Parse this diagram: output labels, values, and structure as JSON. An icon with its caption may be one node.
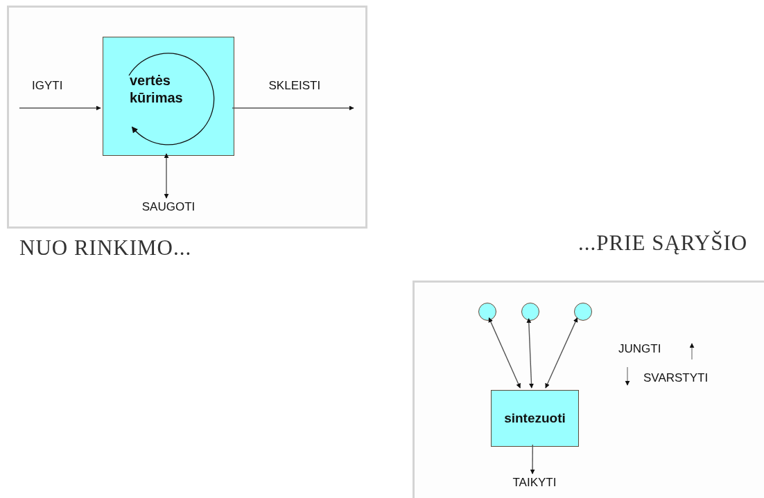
{
  "diagram": {
    "nodes": [
      {
        "text": [],
        "shape": "box"
      },
      {
        "text": [
          "vertės kūrimas"
        ],
        "in": 0
      },
      {
        "text": [
          "SAUGOTI"
        ],
        "in": 0
      },
      {
        "text": [],
        "shape": "box"
      },
      {
        "text": [],
        "shape": "circle",
        "in": 3
      },
      {
        "text": [],
        "shape": "circle",
        "in": 3
      },
      {
        "text": [],
        "shape": "circle",
        "in": 3
      },
      {
        "text": [
          "sintezuoti"
        ],
        "in": 3
      },
      {
        "text": [
          "TAIKYTI"
        ],
        "in": 3
      }
    ],
    "edges": [
      {
        "from": null,
        "to": 1,
        "arrow": "to",
        "label": "IGYTI"
      },
      {
        "from": 1,
        "to": null,
        "arrow": "to",
        "label": "SKLEISTI"
      },
      {
        "from": 1,
        "to": 2,
        "arrow": "both"
      },
      {
        "from": 4,
        "to": 7,
        "arrow": "both"
      },
      {
        "from": 5,
        "to": 7,
        "arrow": "both"
      },
      {
        "from": 6,
        "to": 7,
        "arrow": "both"
      },
      {
        "from": 7,
        "to": 8,
        "arrow": "to"
      }
    ],
    "labels": [
      "NUO RINKIMO...",
      "...PRIE SĄRYŠIO",
      "JUNGTI",
      "SVARSTYTI"
    ]
  }
}
